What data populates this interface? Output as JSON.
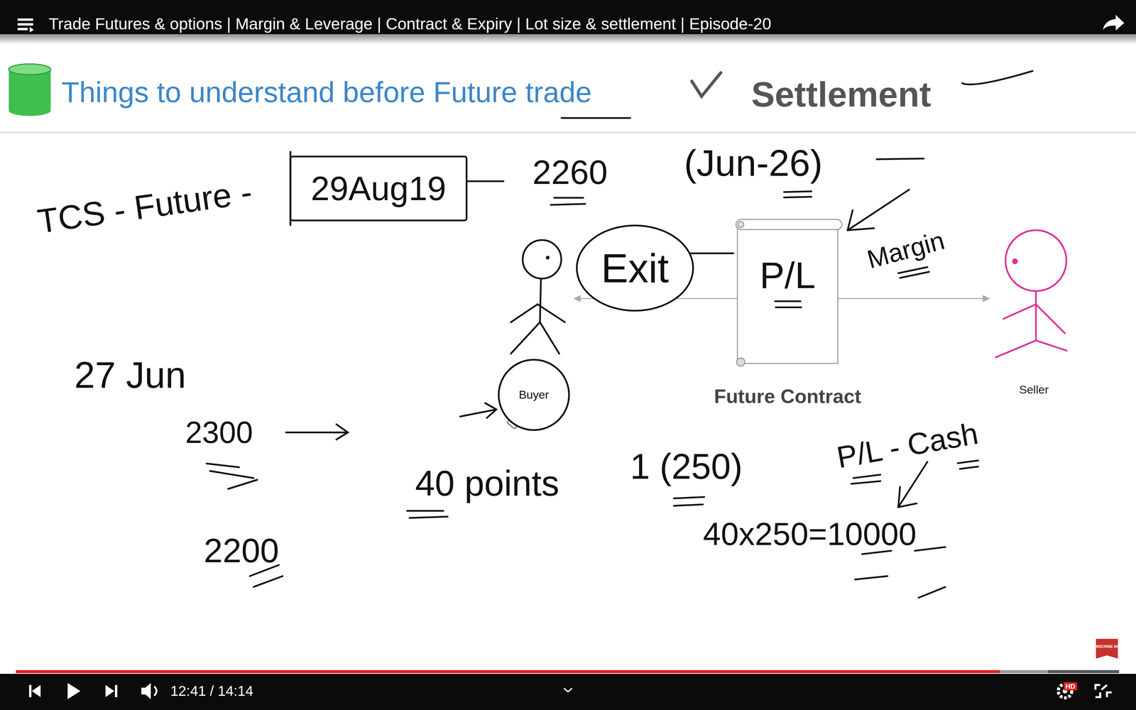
{
  "diagram": {
    "title": "Things to understand before Future trade",
    "nodes": [
      {
        "text": [
          "29Aug19"
        ]
      },
      {
        "text": [
          "Exit"
        ]
      },
      {
        "text": [
          "P/L",
          "Future Contract"
        ]
      },
      {
        "text": [
          "Buyer"
        ]
      }
    ],
    "edges": [
      {
        "from": 1,
        "to": 2,
        "arrow": "none"
      }
    ],
    "labels": [
      "Trade Futures & options | Margin & Leverage | Contract & Expiry | Lot size & settlement | Episode-20",
      "Settlement",
      "TCS - Future -",
      "2260",
      "(Jun-26)",
      "Margin",
      "Seller",
      "27 Jun",
      "2300",
      "2200",
      "40 points",
      "1 (250)",
      "P/L - Cash",
      "40x250=10000",
      "12:41 / 14:14",
      "HD",
      "SUBSCRIBE NOW"
    ]
  }
}
